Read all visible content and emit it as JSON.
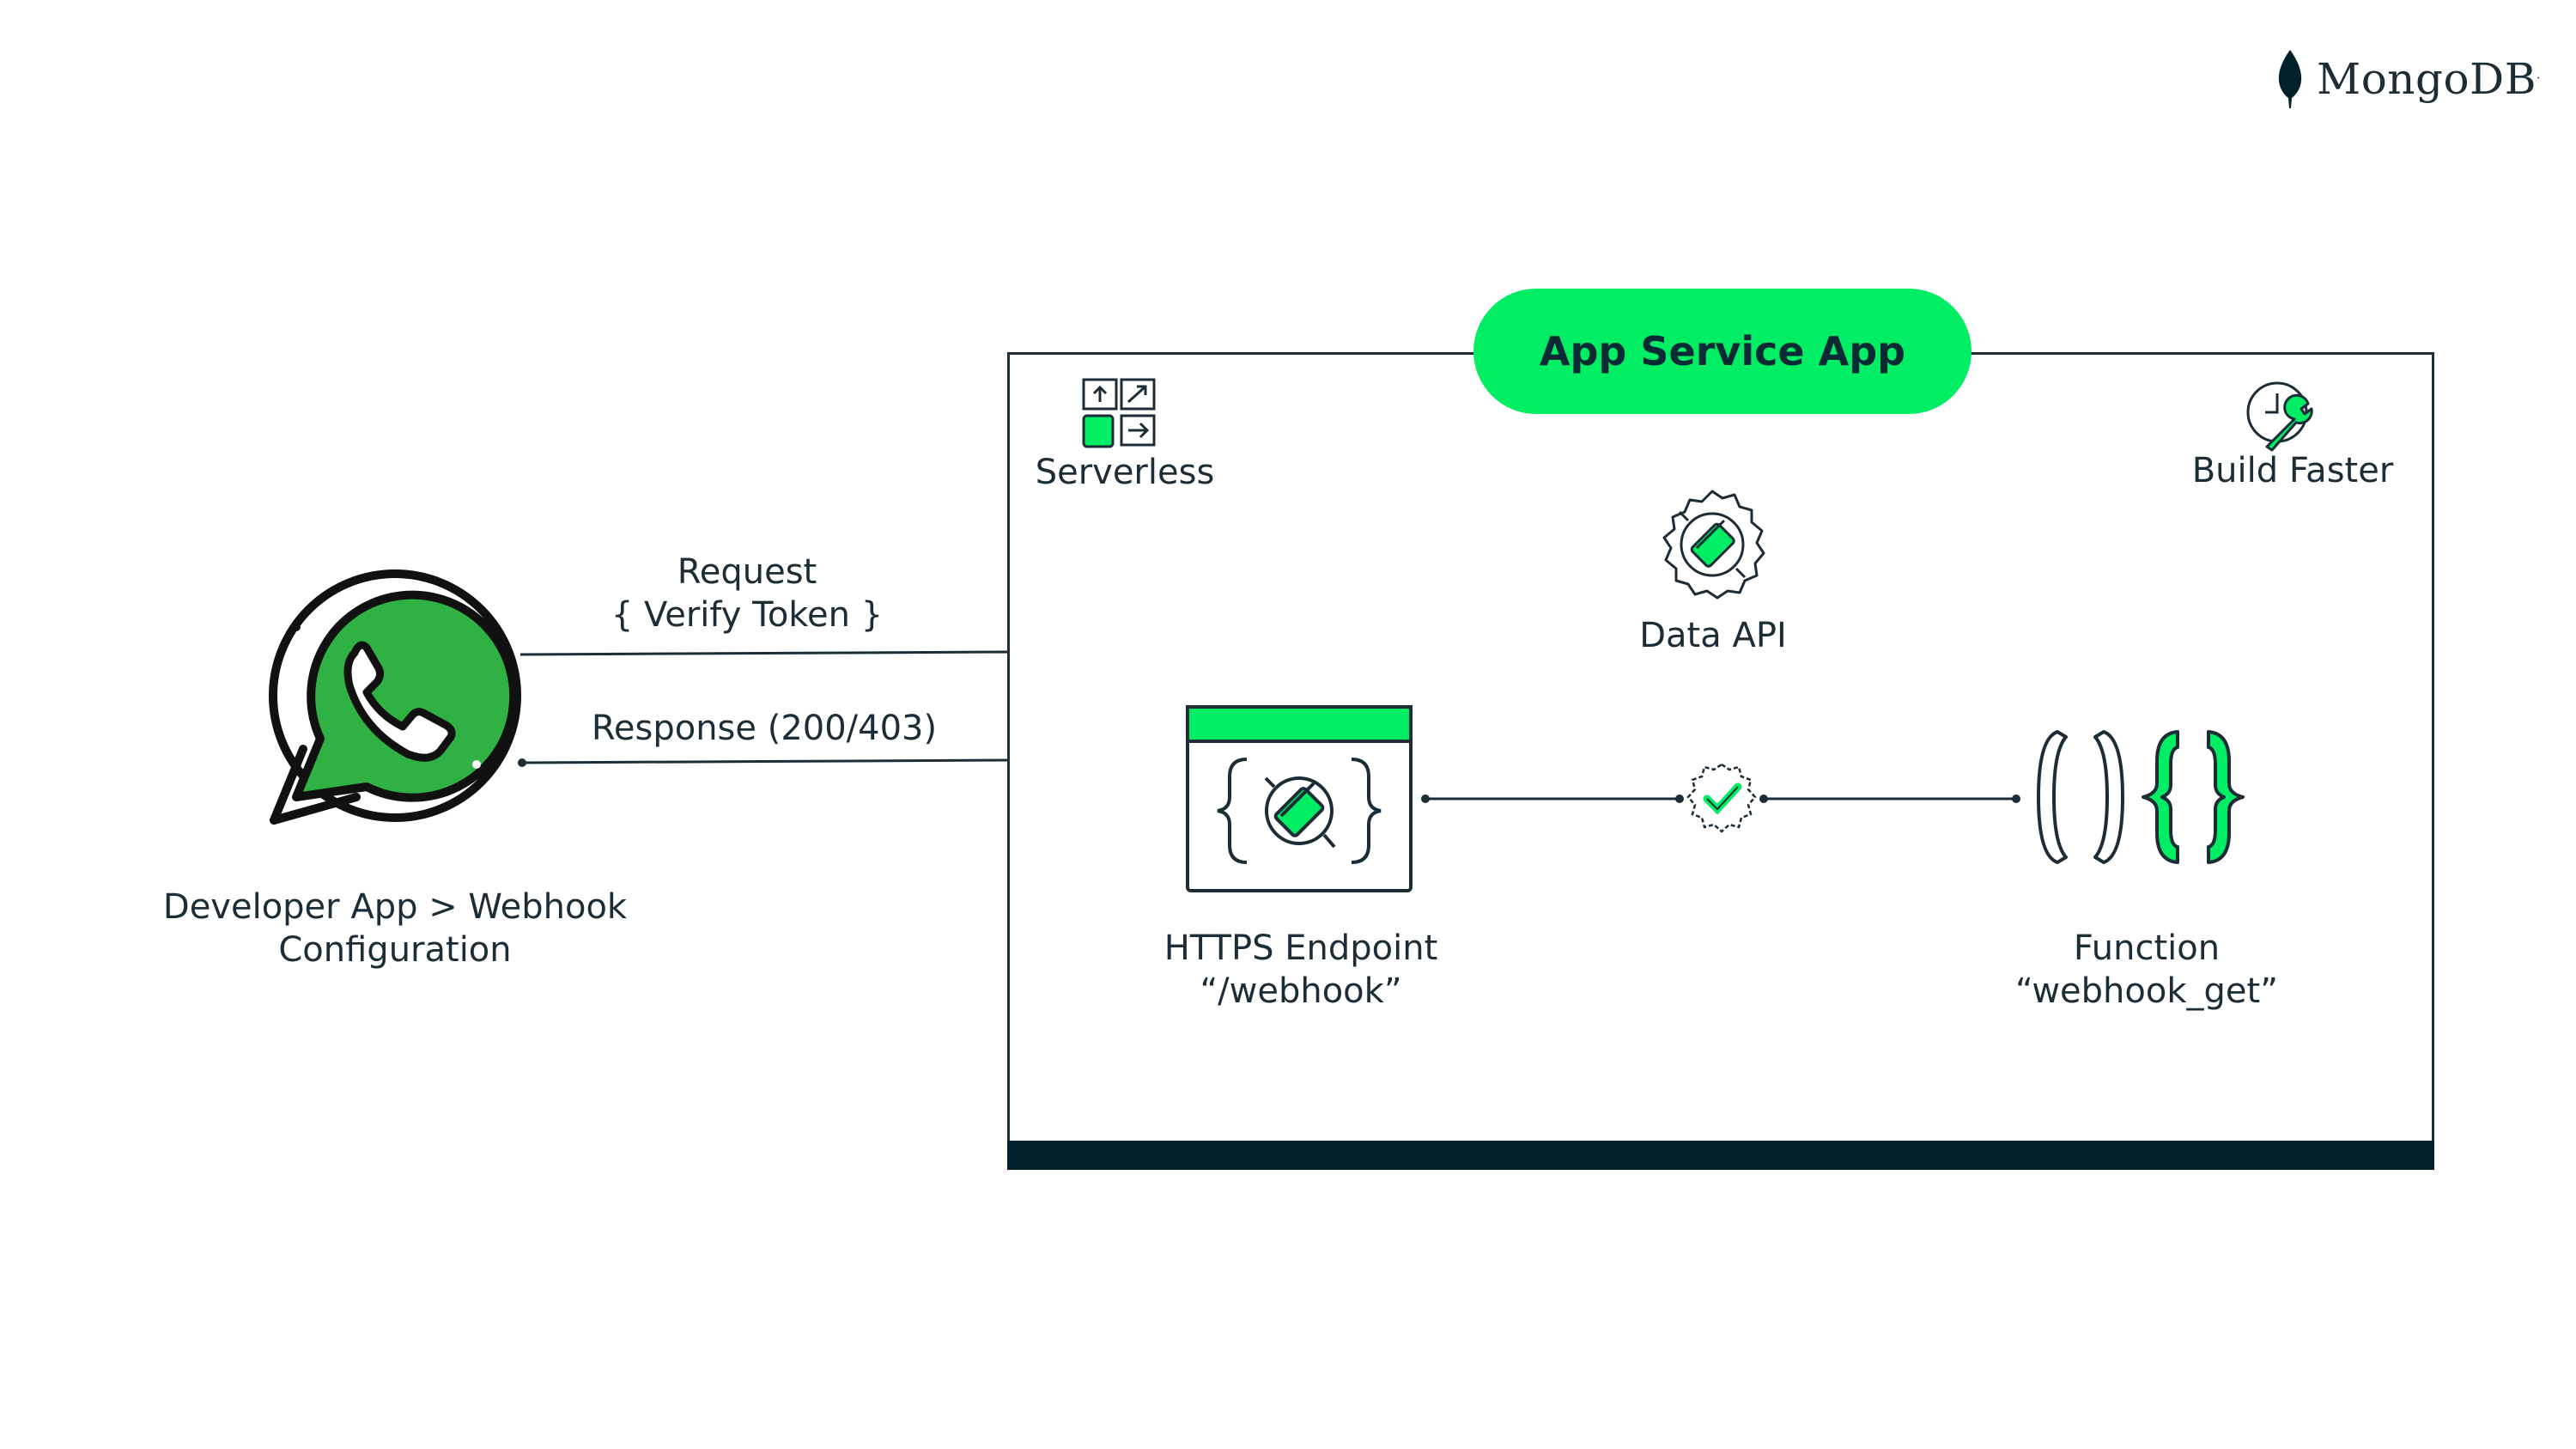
{
  "brand": {
    "name": "MongoDB",
    "mark": "."
  },
  "colors": {
    "accent": "#00ed64",
    "dark": "#00202b",
    "ink": "#1c2d38",
    "whatsapp": "#2fb143"
  },
  "client": {
    "icon": "whatsapp-icon",
    "label_line1": "Developer App > Webhook",
    "label_line2": "Configuration"
  },
  "arrows": {
    "request_line1": "Request",
    "request_line2": "{ Verify Token }",
    "response": "Response (200/403)"
  },
  "app": {
    "title": "App Service App",
    "serverless": {
      "label": "Serverless",
      "icon": "serverless-icon"
    },
    "build_faster": {
      "label": "Build Faster",
      "icon": "wrench-clock-icon"
    },
    "data_api": {
      "label": "Data API",
      "icon": "plug-gear-icon"
    },
    "endpoint": {
      "label_line1": "HTTPS Endpoint",
      "label_line2": "“/webhook”",
      "icon": "https-endpoint-icon"
    },
    "connector": {
      "icon": "check-gear-icon"
    },
    "function": {
      "label_line1": "Function",
      "label_line2": "“webhook_get”",
      "icon": "function-brackets-icon"
    }
  }
}
